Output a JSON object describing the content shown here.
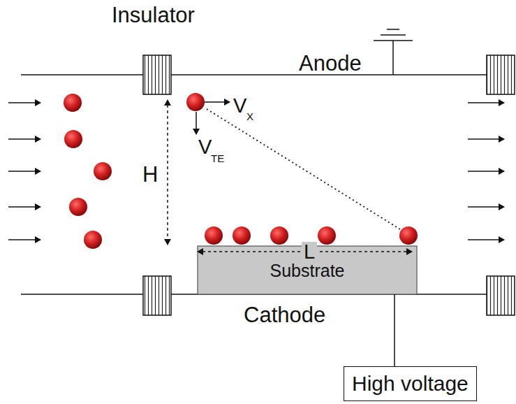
{
  "diagram": {
    "nodes": [
      {
        "text": [
          "Substrate"
        ]
      },
      {
        "text": [
          "High voltage"
        ]
      }
    ],
    "edges": [
      {
        "from": 0,
        "to": 1,
        "arrow": "none"
      }
    ],
    "labels": [
      "Insulator",
      "Anode",
      "H",
      "V",
      "X",
      "V",
      "TE",
      "L",
      "Cathode"
    ]
  }
}
